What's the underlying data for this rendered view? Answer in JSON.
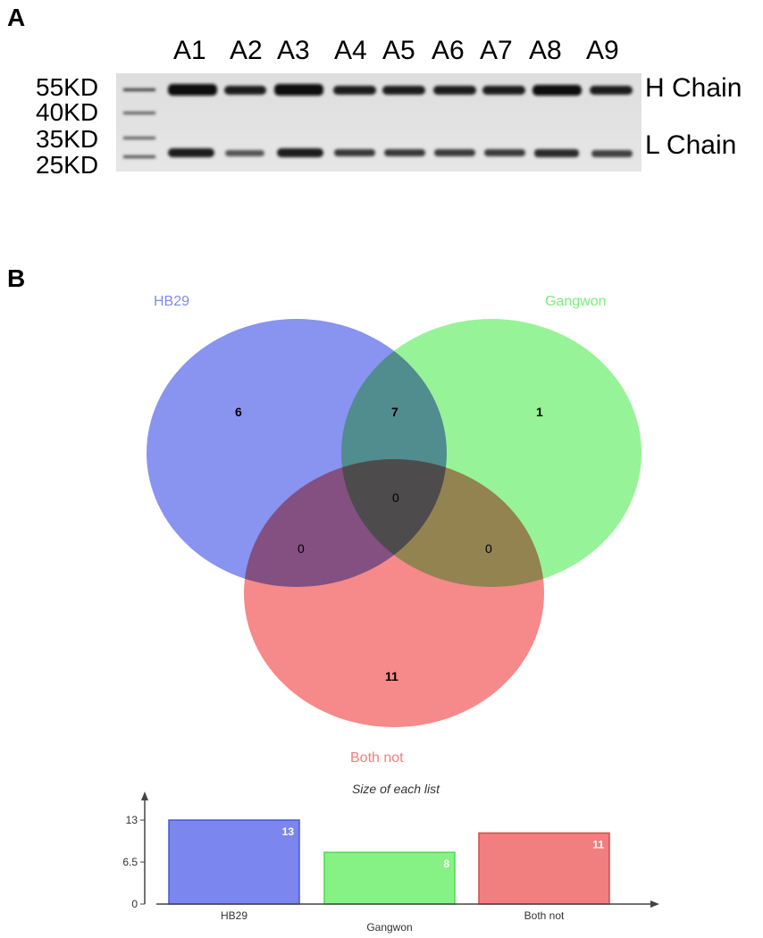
{
  "panel_a": {
    "label": "A",
    "lanes": [
      "A1",
      "A2",
      "A3",
      "A4",
      "A5",
      "A6",
      "A7",
      "A8",
      "A9"
    ],
    "markers": [
      "55KD",
      "40KD",
      "35KD",
      "25KD"
    ],
    "chains": [
      "H Chain",
      "L Chain"
    ]
  },
  "panel_b": {
    "label": "B",
    "venn": {
      "sets": [
        {
          "name": "HB29",
          "color": "#6b78ec"
        },
        {
          "name": "Gangwon",
          "color": "#7df07d"
        },
        {
          "name": "Both not",
          "color": "#f46b6b"
        }
      ],
      "regions": {
        "hb29_only": "6",
        "hb29_gangwon": "7",
        "gangwon_only": "1",
        "all_three": "0",
        "hb29_bothnot": "0",
        "gangwon_bothnot": "0",
        "bothnot_only": "11"
      }
    }
  },
  "chart_data": {
    "type": "bar",
    "title": "Size of each list",
    "categories": [
      "HB29",
      "Gangwon",
      "Both not"
    ],
    "values": [
      13,
      8,
      11
    ],
    "colors": [
      "#7b86ee",
      "#86f286",
      "#f17f7f"
    ],
    "border_colors": [
      "#4a55d8",
      "#4cd94c",
      "#d94a4a"
    ],
    "yticks": [
      "0",
      "6.5",
      "13"
    ],
    "ylim": [
      0,
      13
    ],
    "xlabel": "",
    "ylabel": ""
  }
}
